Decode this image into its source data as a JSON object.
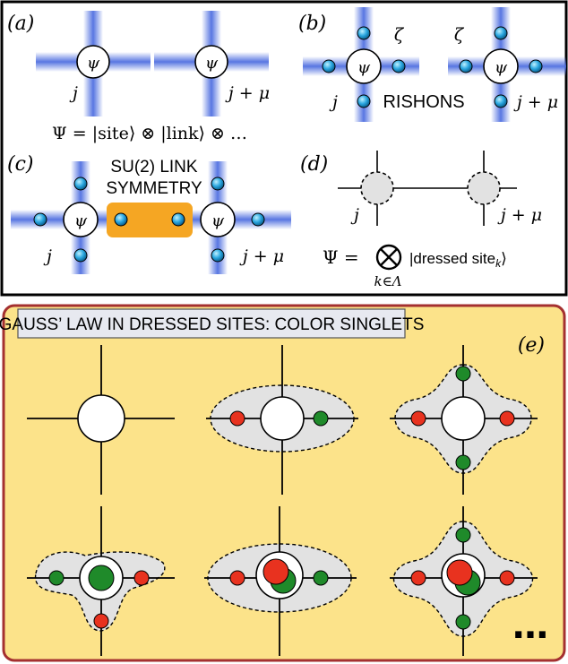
{
  "panels": {
    "a": {
      "label": "(a)",
      "site_symbol": "ψ",
      "site_labels": [
        "j",
        "j + μ"
      ],
      "equation": "Ψ = |site⟩ ⊗ |link⟩ ⊗ …"
    },
    "b": {
      "label": "(b)",
      "site_symbol": "ψ",
      "site_labels": [
        "j",
        "j + μ"
      ],
      "zeta": "ζ",
      "rishons_label": "RISHONS"
    },
    "c": {
      "label": "(c)",
      "site_symbol": "ψ",
      "site_labels": [
        "j",
        "j + μ"
      ],
      "symmetry_label_line1": "SU(2) LINK",
      "symmetry_label_line2": "SYMMETRY"
    },
    "d": {
      "label": "(d)",
      "site_labels": [
        "j",
        "j + μ"
      ],
      "equation_lhs": "Ψ =",
      "otimes": "⨂",
      "equation_rhs": "|dressed site",
      "subscript_k": "k",
      "ket_close": "⟩",
      "product_index": "k∈Λ"
    },
    "e": {
      "label": "(e)",
      "banner": "GAUSS’ LAW IN DRESSED SITES: COLOR SINGLETS",
      "ellipsis": "…"
    }
  },
  "colors": {
    "link_blue": "#4f6fe0",
    "rishon_fill": "#2aa7e0",
    "panel_e_background": "#fce38a",
    "panel_e_border": "#a43030",
    "symmetry_box": "#f5a623",
    "red_particle": "#e8321f",
    "green_particle": "#1f8a2a",
    "dressed_gray": "#e2e2e2"
  }
}
